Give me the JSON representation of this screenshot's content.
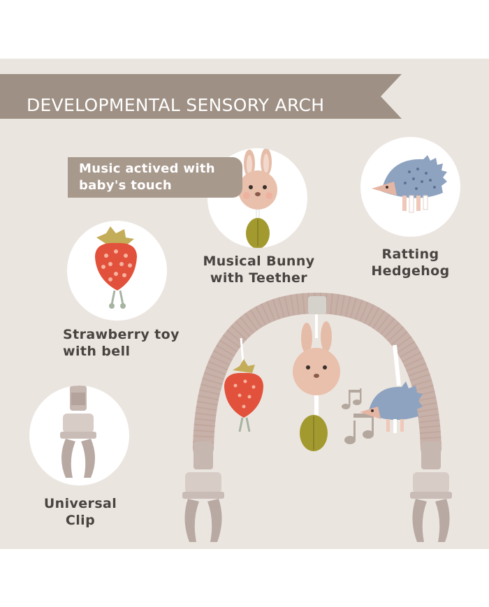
{
  "banner": {
    "title": "DEVELOPMENTAL SENSORY ARCH"
  },
  "music_tag": {
    "line1": "Music actived with",
    "line2": "baby's touch"
  },
  "features": {
    "bunny": {
      "line1": "Musical Bunny",
      "line2": "with Teether"
    },
    "hedgehog": {
      "line1": "Ratting",
      "line2": "Hedgehog"
    },
    "strawberry": {
      "line1": "Strawberry toy",
      "line2": "with bell"
    },
    "clip": {
      "line1": "Universal",
      "line2": "Clip"
    }
  },
  "colors": {
    "background": "#ebe5e0",
    "banner": "#9e9084",
    "arch": "#c8b1a8",
    "strawberry": "#e2513b",
    "hedgehog": "#8ea3c0",
    "bunny": "#e9c0ac",
    "teether": "#a39a2f"
  }
}
